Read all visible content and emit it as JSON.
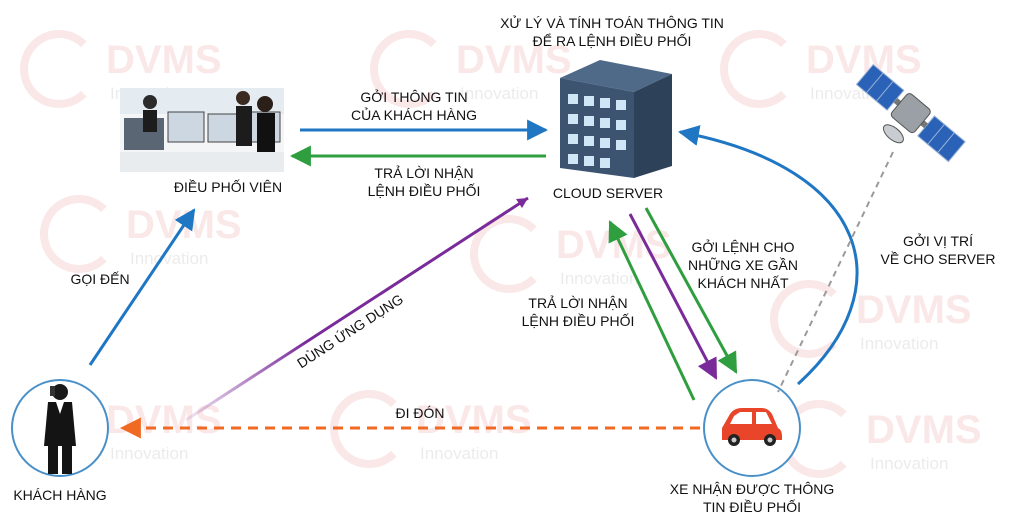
{
  "nodes": {
    "dispatcher": "ĐIỀU PHỐI VIÊN",
    "server_caption": [
      "XỬ LÝ VÀ TÍNH TOÁN THÔNG TIN",
      "ĐỂ RA LỆNH ĐIỀU PHỐI"
    ],
    "server": "CLOUD SERVER",
    "customer": "KHÁCH HÀNG",
    "vehicle": [
      "XE NHẬN ĐƯỢC THÔNG",
      "TIN ĐIỀU PHỐI"
    ]
  },
  "edges": {
    "send_customer_info": [
      "GỞI THÔNG TIN",
      "CỦA KHÁCH HÀNG"
    ],
    "reply_dispatch_top": [
      "TRẢ LỜI NHẬN",
      "LỆNH ĐIỀU PHỐI"
    ],
    "call_to": "GỌI ĐẾN",
    "use_app": "DÙNG ỨNG DỤNG",
    "pick_up": "ĐI ĐÓN",
    "send_order_near": [
      "GỞI LỆNH CHO",
      "NHỮNG XE GẦN",
      "KHÁCH NHẤT"
    ],
    "reply_dispatch_vehicle": [
      "TRẢ LỜI NHẬN",
      "LỆNH ĐIỀU PHỐI"
    ],
    "send_location": [
      "GỞI VỊ TRÍ",
      "VỀ CHO SERVER"
    ]
  },
  "watermark": {
    "brand": "DVMS",
    "sub": "Innovation"
  },
  "icons": {
    "dispatcher": "office-workers-photo-icon",
    "server": "building-server-icon",
    "customer": "businessman-phone-icon",
    "vehicle": "car-icon",
    "satellite": "satellite-icon"
  },
  "colors": {
    "blue_arrow": "#1f77c4",
    "green_arrow": "#2e9e3e",
    "purple_arrow": "#7a2b9a",
    "orange_arrow": "#f06a23",
    "building": "#3c5470",
    "window": "#cfe6f7",
    "car": "#e8452b",
    "circle_border": "#4a90c8"
  }
}
